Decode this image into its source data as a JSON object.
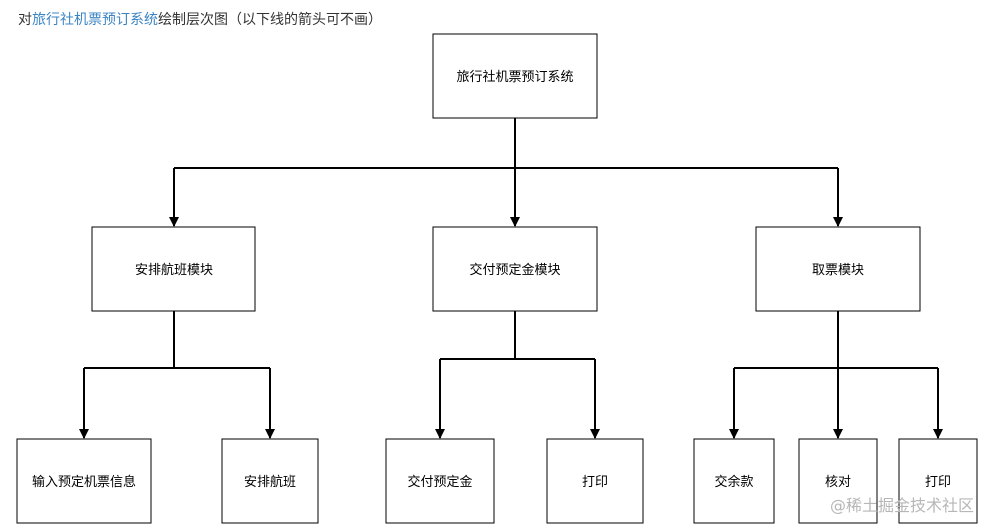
{
  "caption": {
    "prefix": "对",
    "link": "旅行社机票预订系统",
    "suffix": "绘制层次图（以下线的箭头可不画）"
  },
  "nodes": {
    "root": "旅行社机票预订系统",
    "m1": "安排航班模块",
    "m2": "交付预定金模块",
    "m3": "取票模块",
    "l1": "输入预定机票信息",
    "l2": "安排航班",
    "l3": "交付预定金",
    "l4": "打印",
    "l5": "交余款",
    "l6": "核对",
    "l7": "打印"
  },
  "watermark": "@稀土掘金技术社区"
}
